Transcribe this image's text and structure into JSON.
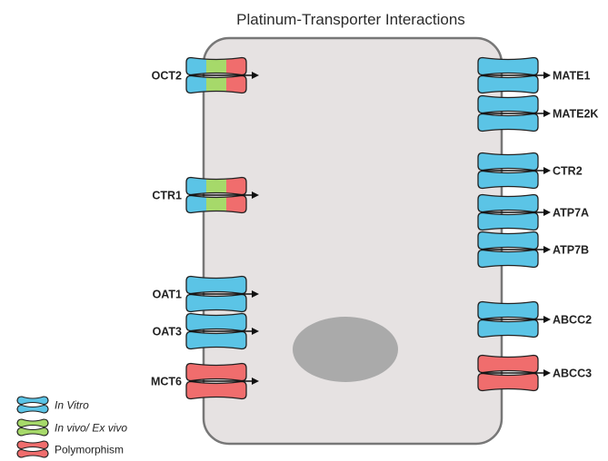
{
  "title": "Platinum-Transporter Interactions",
  "colors": {
    "in_vitro": "#5bc4e6",
    "in_vivo": "#a6d96a",
    "polymorphism": "#f06d6d",
    "cell_fill": "#e6e2e2",
    "cell_stroke": "#777777",
    "nucleus": "#aaaaaa"
  },
  "influx_transporters": [
    {
      "name": "OCT2",
      "evidence": [
        "in_vitro",
        "in_vivo",
        "polymorphism"
      ]
    },
    {
      "name": "CTR1",
      "evidence": [
        "in_vitro",
        "in_vivo",
        "polymorphism"
      ]
    },
    {
      "name": "OAT1",
      "evidence": [
        "in_vitro"
      ]
    },
    {
      "name": "OAT3",
      "evidence": [
        "in_vitro"
      ]
    },
    {
      "name": "MCT6",
      "evidence": [
        "polymorphism"
      ]
    }
  ],
  "efflux_transporters": [
    {
      "name": "MATE1",
      "evidence": [
        "in_vitro"
      ]
    },
    {
      "name": "MATE2K",
      "evidence": [
        "in_vitro"
      ]
    },
    {
      "name": "CTR2",
      "evidence": [
        "in_vitro"
      ]
    },
    {
      "name": "ATP7A",
      "evidence": [
        "in_vitro"
      ]
    },
    {
      "name": "ATP7B",
      "evidence": [
        "in_vitro"
      ]
    },
    {
      "name": "ABCC2",
      "evidence": [
        "in_vitro"
      ]
    },
    {
      "name": "ABCC3",
      "evidence": [
        "polymorphism"
      ]
    }
  ],
  "legend": [
    {
      "key": "in_vitro",
      "label": "In Vitro",
      "italic": true
    },
    {
      "key": "in_vivo",
      "label": "In vivo/ Ex vivo",
      "italic": true
    },
    {
      "key": "polymorphism",
      "label": "Polymorphism",
      "italic": false
    }
  ]
}
